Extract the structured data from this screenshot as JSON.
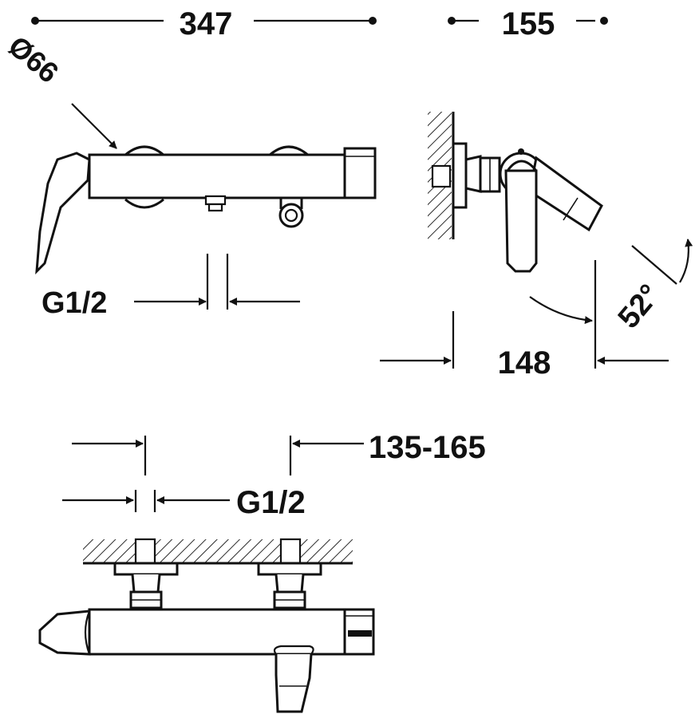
{
  "dimensions": {
    "overall_length": "347",
    "depth": "155",
    "knob_diameter": "Ø66",
    "side_inlet_thread": "G1/2",
    "lever_reach": "148",
    "spout_angle": "52°",
    "inlet_centers": "135-165",
    "bottom_inlet_thread": "G1/2"
  }
}
